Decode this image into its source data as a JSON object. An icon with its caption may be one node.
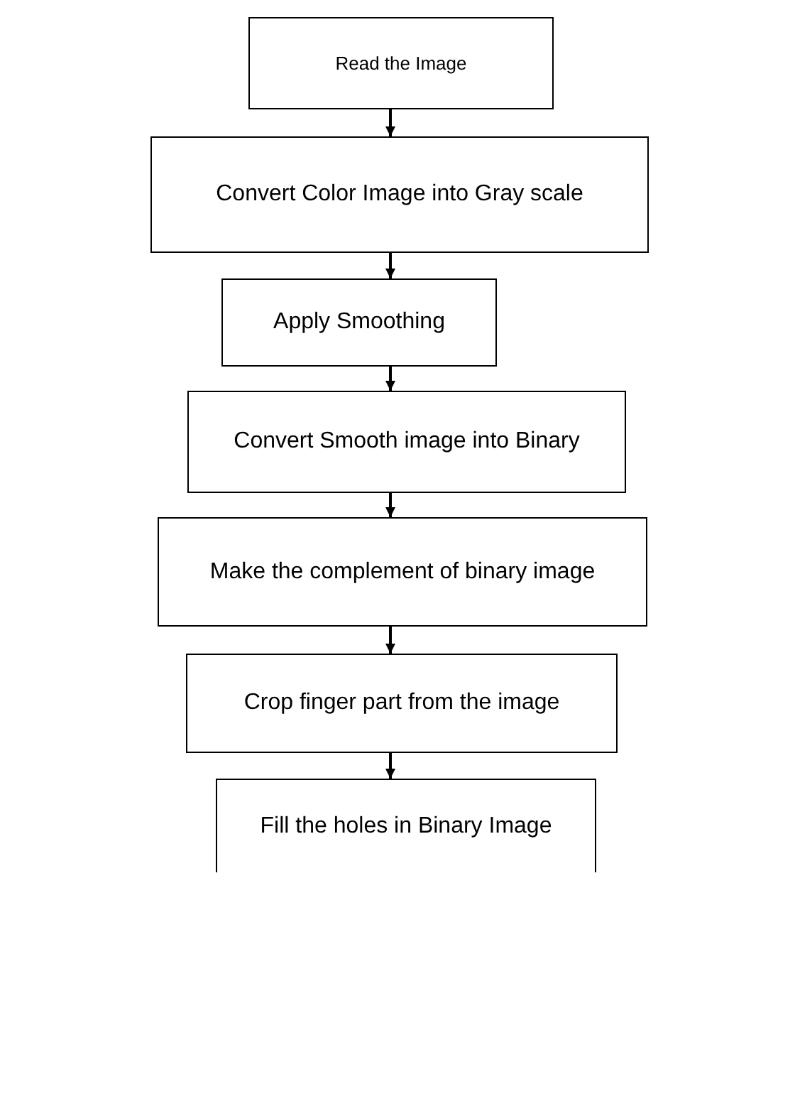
{
  "diagram": {
    "nodes": [
      {
        "text": [
          "Read the Image"
        ]
      },
      {
        "text": [
          "Convert Color Image into Gray scale"
        ]
      },
      {
        "text": [
          "Apply Smoothing"
        ]
      },
      {
        "text": [
          "Convert Smooth image into Binary"
        ]
      },
      {
        "text": [
          "Make the complement of binary image"
        ]
      },
      {
        "text": [
          "Crop finger part from the image"
        ]
      },
      {
        "text": [
          "Fill the holes in Binary Image"
        ]
      }
    ],
    "edges": [
      {
        "from": 0,
        "to": 1,
        "arrow": "to"
      },
      {
        "from": 1,
        "to": 2,
        "arrow": "to"
      },
      {
        "from": 2,
        "to": 3,
        "arrow": "to"
      },
      {
        "from": 3,
        "to": 4,
        "arrow": "to"
      },
      {
        "from": 4,
        "to": 5,
        "arrow": "to"
      },
      {
        "from": 5,
        "to": 6,
        "arrow": "to"
      }
    ]
  }
}
